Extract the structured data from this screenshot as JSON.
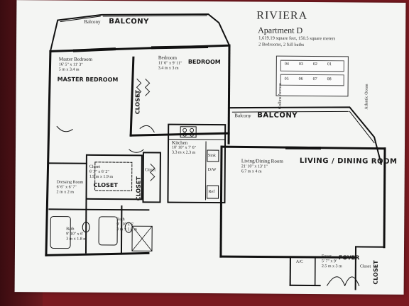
{
  "header": {
    "brand": "RIVIERA",
    "apartment": "Apartment D",
    "area": "1,619.19 square feet, 150.5 square meters",
    "rooms": "2 Bedrooms, 2 full baths"
  },
  "key_plan": {
    "street_left": "Collins Avenue",
    "street_right": "Atlantic Ocean",
    "units": [
      "04",
      "03",
      "02",
      "01",
      "05",
      "06",
      "07",
      "08"
    ]
  },
  "rooms": {
    "balcony_top": {
      "label": "Balcony",
      "hand": "BALCONY"
    },
    "master_bedroom": {
      "label": "Master Bedroom",
      "dims": "16' 5\" x 11' 3\"",
      "dims_m": "5 m x 3.4 m",
      "hand": "MASTER BEDROOM"
    },
    "bedroom": {
      "label": "Bedroom",
      "dims": "11' 6\" x 9' 11\"",
      "dims_m": "3.4 m x 3 m",
      "hand": "BEDROOM"
    },
    "closet_hand_1": "CLOSET",
    "balcony_right": {
      "label": "Balcony",
      "hand": "BALCONY"
    },
    "kitchen": {
      "label": "Kitchen",
      "dims": "10' 10\" x 7' 6\"",
      "dims_m": "3.3 m x 2.3 m"
    },
    "sink": "Sink",
    "dw": "D/W",
    "ref": "Ref",
    "living": {
      "label": "Living/Dining Room",
      "dims": "21' 10\" x 13' 1\"",
      "dims_m": "6.7 m x 4 m",
      "hand": "LIVING / DINING ROOM"
    },
    "closet_center": {
      "label": "Closet",
      "dims": "6' 3\" x 6' 2\"",
      "dims_m": "1.9 m x 1.9 m",
      "hand": "CLOSET"
    },
    "closet_small": "Closet",
    "closet_hand_2": "CLOSET",
    "dressing": {
      "label": "Dressing Room",
      "dims": "6' 6\" x 6' 7\"",
      "dims_m": "2 m x 2 m"
    },
    "bath1": {
      "label": "Bath",
      "dims": "9' 10\" x 6'",
      "dims_m": "3 m x 1.8 m"
    },
    "bath2": {
      "label": "Bath",
      "dims": "9' 10\" x 6'",
      "dims_m": "3 m x 1.8 m"
    },
    "ac": "A/C",
    "foyer": {
      "label": "Foyer",
      "dims": "5' 7\" x 9'",
      "dims_m": "2.5 m x 3 m",
      "hand": "FOYER"
    },
    "closet_foyer": "Closet",
    "closet_hand_3": "CLOSET"
  }
}
